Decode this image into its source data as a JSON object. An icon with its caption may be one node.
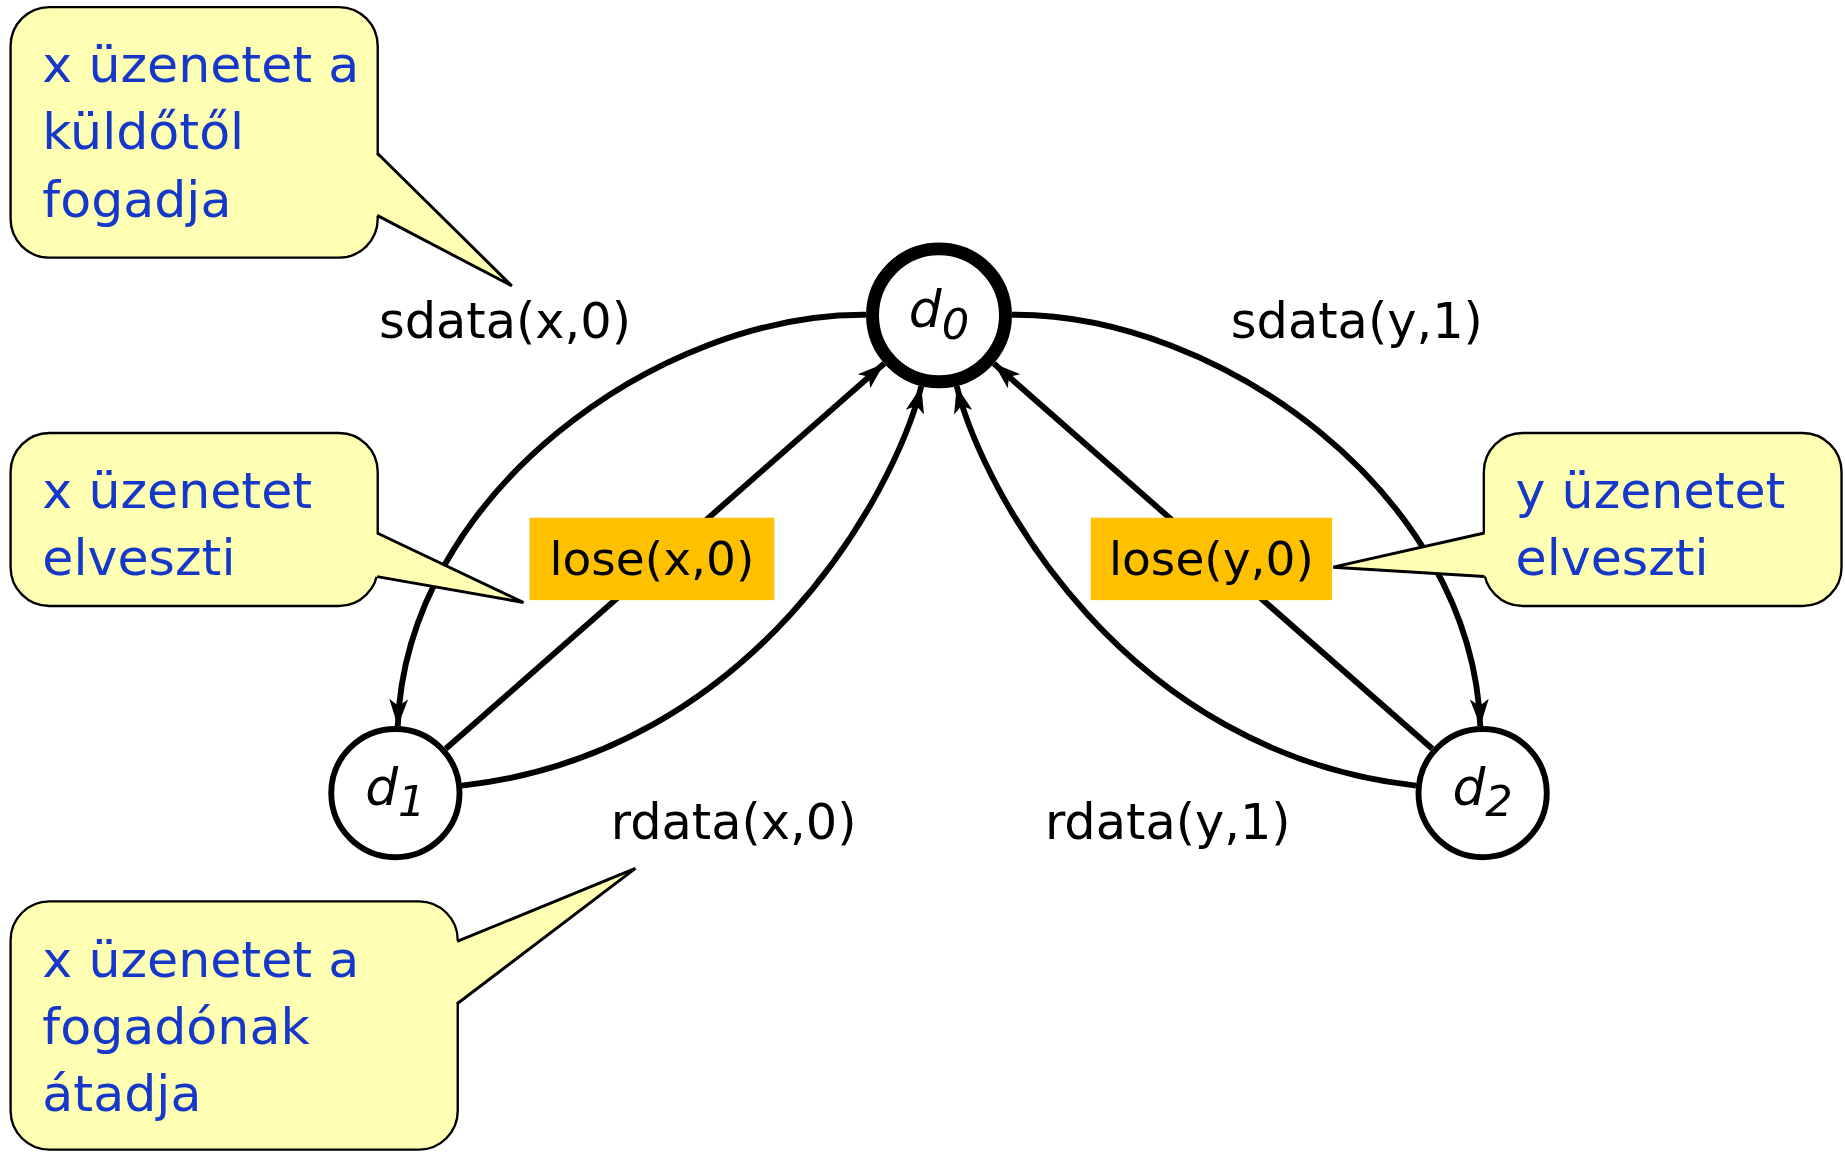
{
  "diagram": {
    "nodes": [
      {
        "text": [
          "x üzenetet a küldőtől fogadja"
        ]
      },
      {
        "text": [
          "d$_{0}$"
        ]
      },
      {
        "text": [
          "x üzenetet elveszti"
        ]
      },
      {
        "text": [
          "y üzenetet elveszti"
        ]
      },
      {
        "text": [
          "d$_{1}$"
        ]
      },
      {
        "text": [
          "d$_{2}$"
        ]
      },
      {
        "text": [
          "x üzenetet a fogadónak átadja"
        ]
      }
    ],
    "edges": [
      {
        "from": 1,
        "to": 4,
        "arrow": "to",
        "label": "sdata(x,0)"
      },
      {
        "from": 4,
        "to": 1,
        "arrow": "to",
        "label": "lose(x,0)"
      },
      {
        "from": 4,
        "to": 1,
        "arrow": "to",
        "label": "rdata(x,0)"
      },
      {
        "from": 1,
        "to": 5,
        "arrow": "to",
        "label": "sdata(y,1)"
      },
      {
        "from": 5,
        "to": 1,
        "arrow": "to",
        "label": "lose(y,0)"
      },
      {
        "from": 5,
        "to": 1,
        "arrow": "to",
        "label": "rdata(y,1)"
      },
      {
        "from": 0,
        "to": null,
        "arrow": "none"
      },
      {
        "from": 2,
        "to": null,
        "arrow": "none"
      },
      {
        "from": 3,
        "to": null,
        "arrow": "none"
      },
      {
        "from": 6,
        "to": null,
        "arrow": "none"
      }
    ]
  }
}
